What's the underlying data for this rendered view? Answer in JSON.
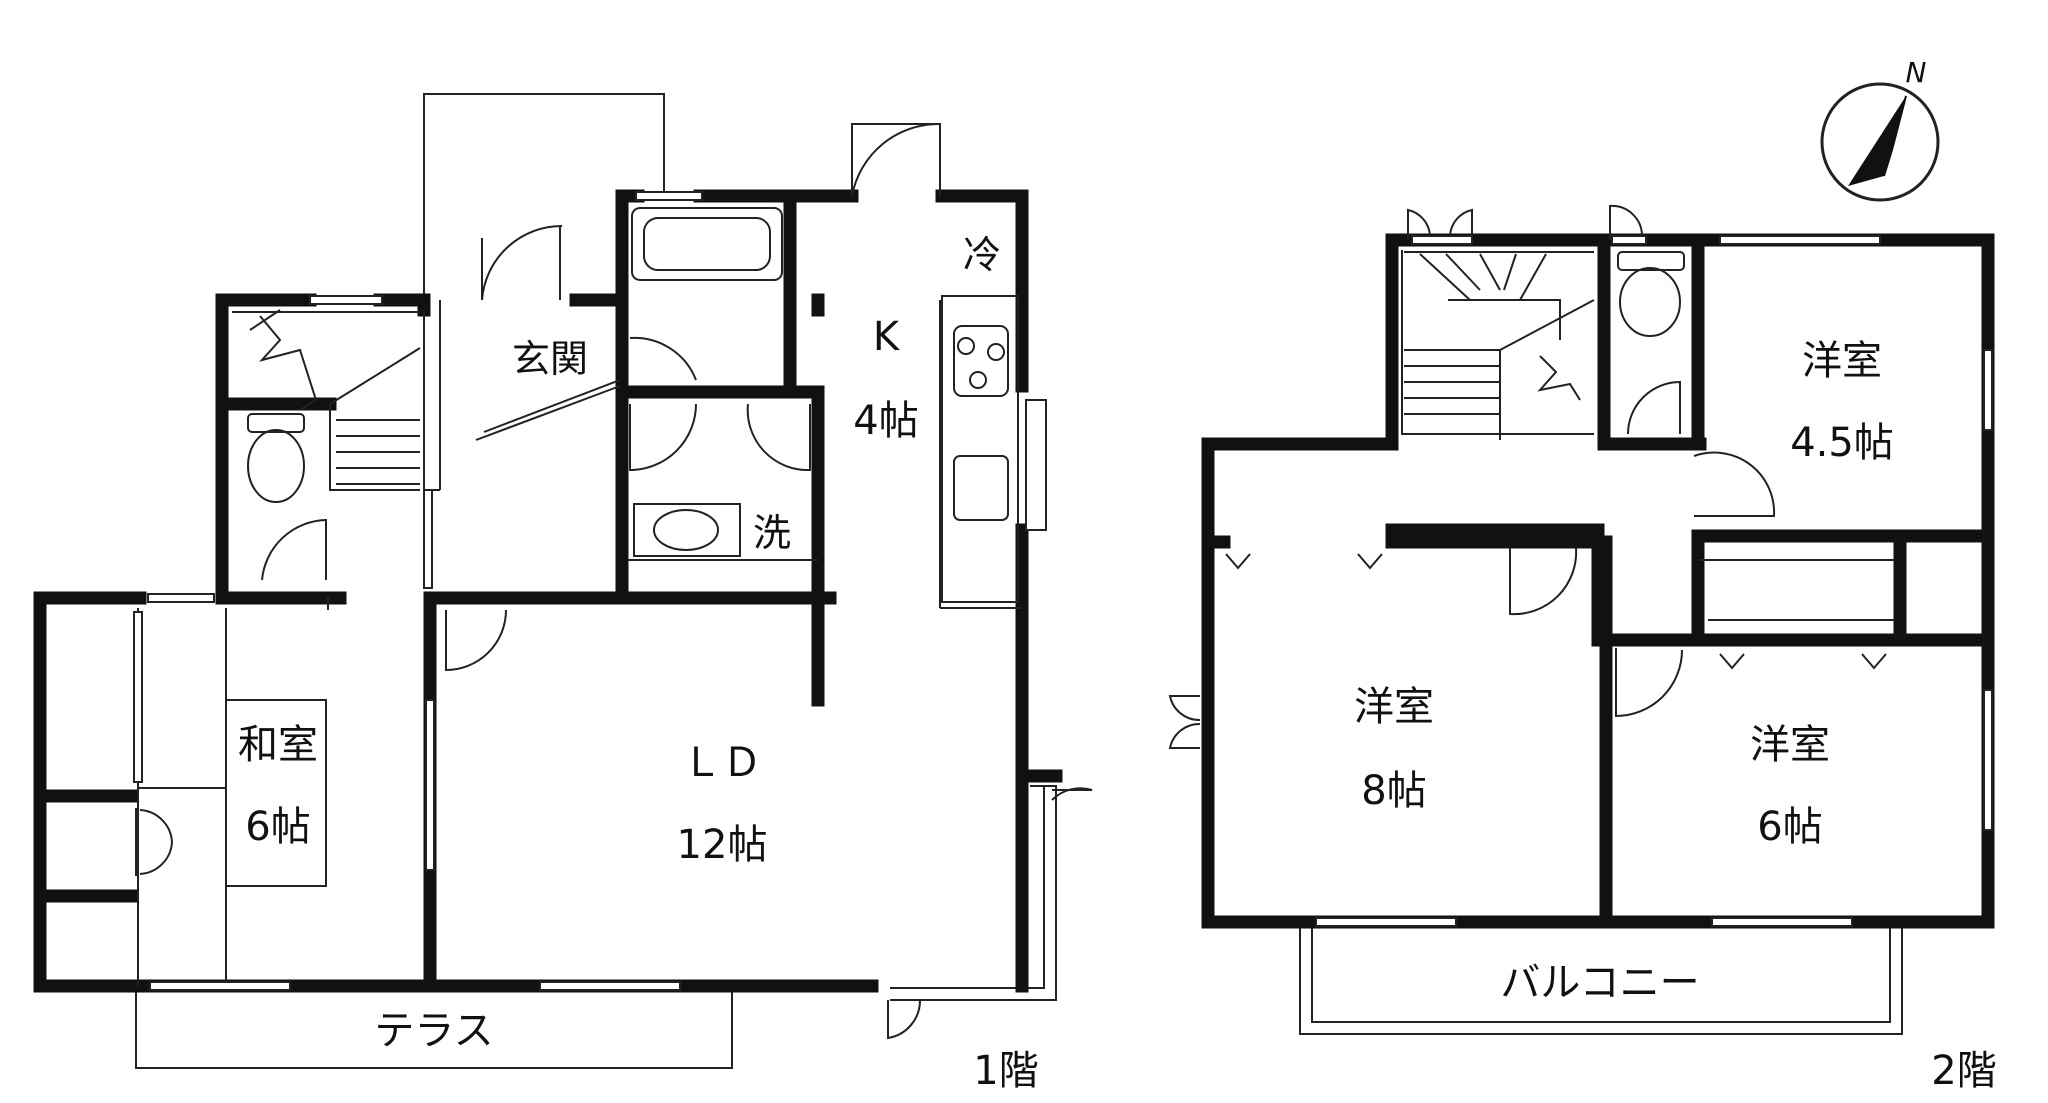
{
  "floor1": {
    "rooms": {
      "genkan": "玄関",
      "kitchen_name": "K",
      "kitchen_size": "4帖",
      "fridge": "冷",
      "washroom": "洗",
      "washitsu_name": "和室",
      "washitsu_size": "6帖",
      "ld_name": "ＬＤ",
      "ld_size": "12帖",
      "terrace": "テラス"
    },
    "floor_label": "1階"
  },
  "floor2": {
    "rooms": {
      "room_ne_name": "洋室",
      "room_ne_size": "4.5帖",
      "room_w_name": "洋室",
      "room_w_size": "8帖",
      "room_se_name": "洋室",
      "room_se_size": "6帖",
      "balcony": "バルコニー"
    },
    "floor_label": "2階"
  },
  "compass": {
    "label": "N"
  }
}
